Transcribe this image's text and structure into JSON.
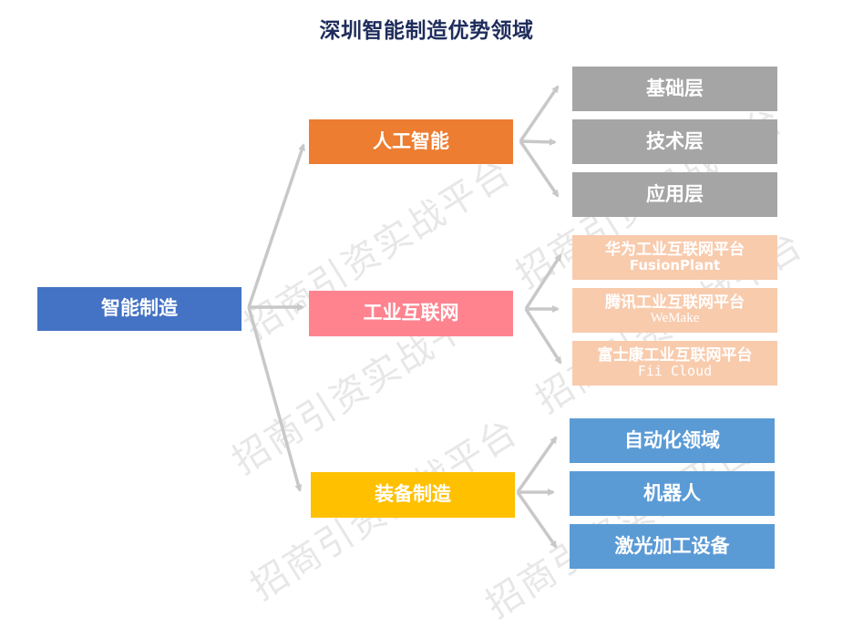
{
  "title": "深圳智能制造优势领域",
  "colors": {
    "root": "#4472c4",
    "ai": "#ed7d31",
    "industrial_internet": "#fe838f",
    "equipment": "#ffc000",
    "ai_children": "#a5a5a5",
    "ii_children": "#f8cbad",
    "equipment_children": "#5b9bd5",
    "arrows": "#c8c8c8",
    "title": "#1f2d5c"
  },
  "root": {
    "label": "智能制造"
  },
  "branches": [
    {
      "label": "人工智能",
      "children": [
        {
          "label": "基础层"
        },
        {
          "label": "技术层"
        },
        {
          "label": "应用层"
        }
      ]
    },
    {
      "label": "工业互联网",
      "children": [
        {
          "label": "华为工业互联网平台",
          "sub": "FusionPlant"
        },
        {
          "label": "腾讯工业互联网平台",
          "sub": "WeMake"
        },
        {
          "label": "富士康工业互联网平台",
          "sub": "Fii Cloud"
        }
      ]
    },
    {
      "label": "装备制造",
      "children": [
        {
          "label": "自动化领域"
        },
        {
          "label": "机器人"
        },
        {
          "label": "激光加工设备"
        }
      ]
    }
  ],
  "watermark": "招商引资实战平台"
}
